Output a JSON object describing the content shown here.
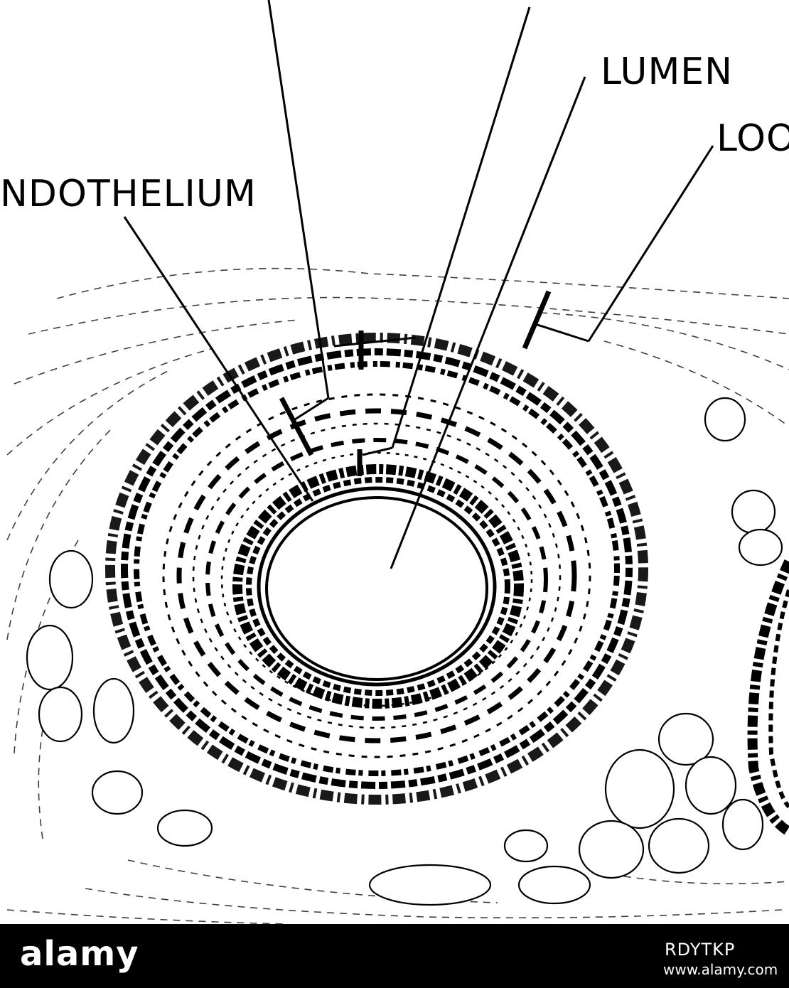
{
  "labels": {
    "endothelium": "NDOTHELIUM",
    "lumen": "LUMEN",
    "loose": "LOO"
  },
  "footer": {
    "logo": "alamy",
    "image_id": "RDYTKP",
    "site": "www.alamy.com"
  }
}
